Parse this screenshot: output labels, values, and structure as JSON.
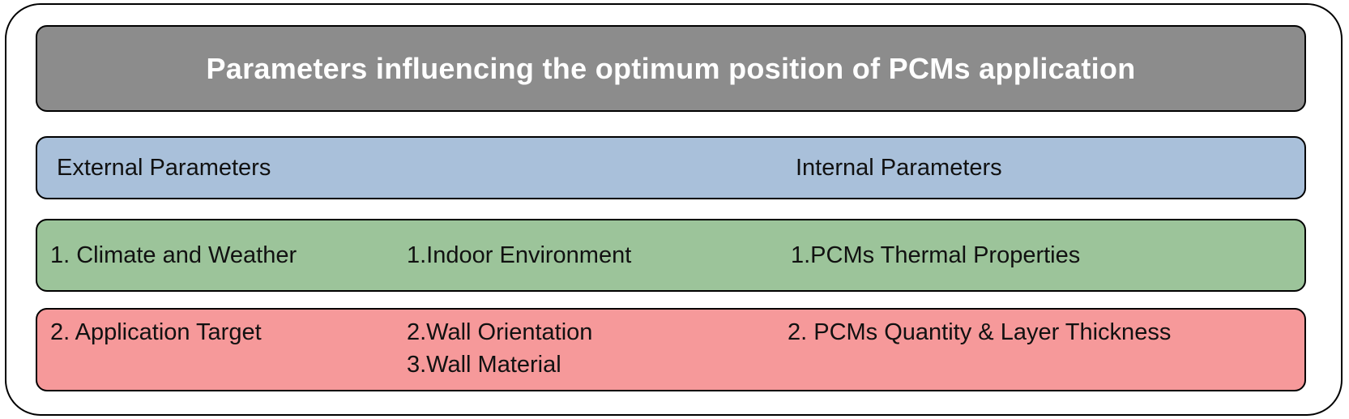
{
  "colors": {
    "frame_border": "#000000",
    "title_band": "#8c8c8c",
    "groups_band": "#a9c0da",
    "row1_band": "#9cc49a",
    "row2_band": "#f6999a",
    "title_text": "#ffffff"
  },
  "title": "Parameters influencing the optimum position of PCMs application",
  "groups": {
    "external": "External Parameters",
    "internal": "Internal Parameters"
  },
  "row1": {
    "external": "1. Climate and Weather",
    "middle": "1.Indoor Environment",
    "internal": "1.PCMs Thermal Properties"
  },
  "row2": {
    "external": "2. Application Target",
    "middle": [
      "2.Wall Orientation",
      "3.Wall Material"
    ],
    "internal": "2. PCMs Quantity & Layer Thickness"
  }
}
